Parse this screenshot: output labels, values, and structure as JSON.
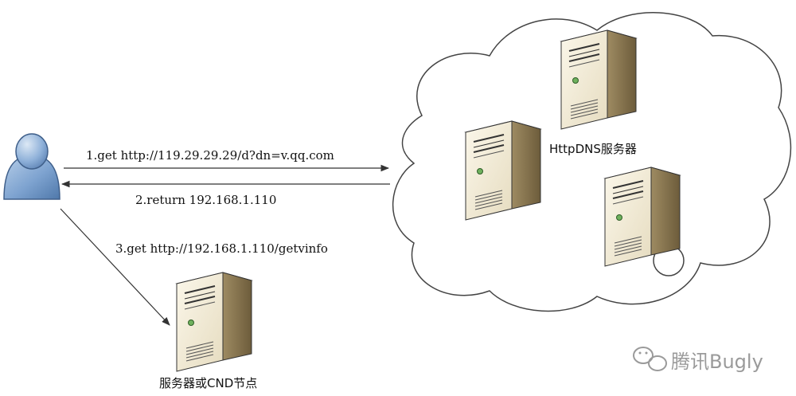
{
  "diagram": {
    "steps": {
      "step1": "1.get http://119.29.29.29/d?dn=v.qq.com",
      "step2": "2.return 192.168.1.110",
      "step3": "3.get http://192.168.1.110/getvinfo"
    },
    "nodes": {
      "httpdns_label": "HttpDNS服务器",
      "server_label": "服务器或CND节点"
    },
    "watermark": "腾讯Bugly"
  },
  "colors": {
    "user_body": "#6f97c7",
    "server_front": "#f3ecd7",
    "server_side": "#b5a37c",
    "line": "#333333",
    "watermark": "#9a9a9a"
  },
  "icons": [
    "user-icon",
    "server-icon",
    "cloud-shape",
    "wechat-icon"
  ]
}
